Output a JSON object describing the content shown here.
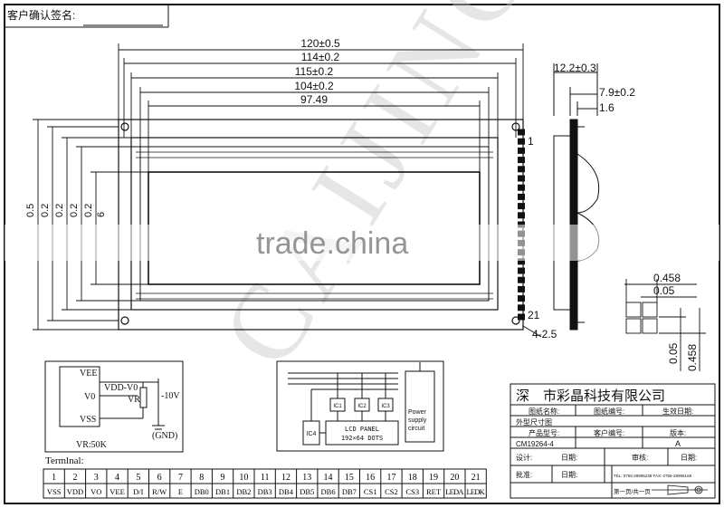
{
  "header": {
    "confirm_label": "客户确认签名:"
  },
  "watermark": {
    "big": "CAIJING",
    "site": "trade.china"
  },
  "dims": {
    "w120": "120±0.5",
    "w114": "114±0.2",
    "w115": "115±0.2",
    "w104": "104±0.2",
    "w97": "97.49",
    "side_vals": [
      "0.5",
      "0.2",
      "0.2",
      "0.2",
      "0.2",
      "6"
    ],
    "thick": "12.2±0.3",
    "t79": "7.9±0.2",
    "t16": "1.6",
    "pin_first": "1",
    "pin_last": "21",
    "hole": "4-2.5",
    "pitch1": "0.458",
    "pitch2": "0.05",
    "pitch3": "0.05",
    "pitch4": "0.458"
  },
  "circuit": {
    "vee": "VEE",
    "vdd_v0": "VDD-V0",
    "v0": "V0",
    "vss": "VSS",
    "vr": "VR",
    "neg10v": "-10V",
    "gnd": "(GND)",
    "vr_value": "VR:50K"
  },
  "block": {
    "lcd_panel": "LCD PANEL",
    "dots": "192×64 DOTS",
    "ic4": "IC4",
    "ic1": "IC1",
    "ic2": "IC2",
    "ic3": "IC3",
    "power_l1": "Power",
    "power_l2": "supply",
    "power_l3": "circuit"
  },
  "terminal": {
    "label": "Termlnal:",
    "numbers": [
      "1",
      "2",
      "3",
      "4",
      "5",
      "6",
      "7",
      "8",
      "9",
      "10",
      "11",
      "12",
      "13",
      "14",
      "15",
      "16",
      "17",
      "18",
      "19",
      "20",
      "21"
    ],
    "names": [
      "VSS",
      "VDD",
      "VO",
      "VEE",
      "D/I",
      "R/W",
      "E",
      "DB0",
      "DB1",
      "DB2",
      "DB3",
      "DB4",
      "DB5",
      "DB6",
      "DB7",
      "CS1",
      "CS2",
      "CS3",
      "RET",
      "LEDA",
      "LEDK"
    ]
  },
  "titleblock": {
    "company": "深　市彩晶科技有限公司",
    "r1": [
      "图纸名称:",
      "图纸编号:",
      "生效日期:"
    ],
    "r2": "外型尺寸图",
    "r3": [
      "产品型号:",
      "客户编号:",
      "版本:"
    ],
    "model": "CM19264-4",
    "version": "A",
    "design": "设计:",
    "audit": "审核:",
    "date1": "日期:",
    "date2": "日期:",
    "approve": "批准:",
    "date3": "日期:",
    "tel": "TEL: 0755-29995238  FAX: 0755-29995168",
    "page": "第一页/共一页"
  }
}
